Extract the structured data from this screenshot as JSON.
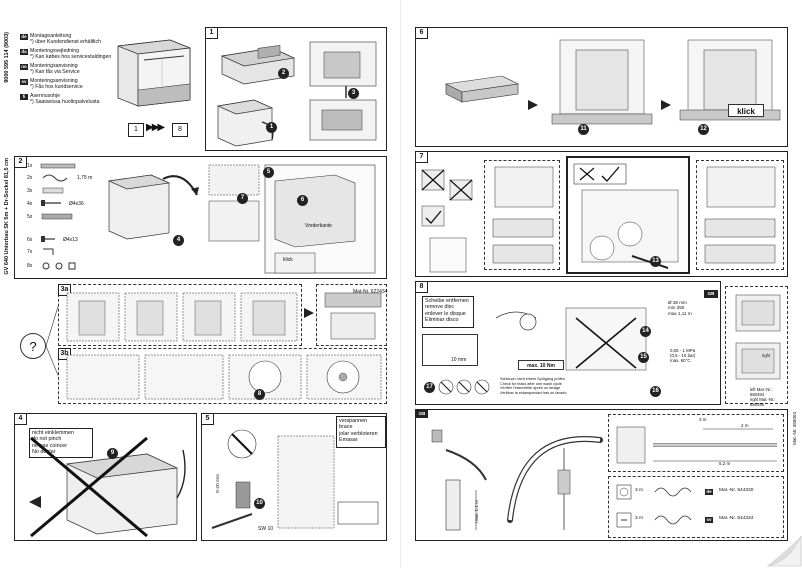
{
  "left_page": {
    "doc_code_rotated": "9000 595 114 (9003)",
    "languages": [
      {
        "code": "de",
        "lines": [
          "Montageanleitung",
          "*) über Kundendienst erhältlich"
        ]
      },
      {
        "code": "da",
        "lines": [
          "Monteringsvejledning",
          "*) Kan købes hos servicestaldingen"
        ]
      },
      {
        "code": "no",
        "lines": [
          "Monteringsanvisning",
          "*) Kan fås via Service"
        ]
      },
      {
        "code": "sv",
        "lines": [
          "Monteringsanvisning",
          "*) Fås hos kundservice"
        ]
      },
      {
        "code": "fi",
        "lines": [
          "Asennusohje",
          "*) Saatavissa huoltopalvelusta"
        ]
      }
    ],
    "steps_range": {
      "from": "1",
      "arrows": "▶▶▶",
      "to": "8"
    },
    "side_label_panel2": "GV 640 Unterbau SK 5m + Dr-Sockel 81,5 cm",
    "panel1": {
      "num": "1",
      "badges": [
        "1",
        "2",
        "3"
      ]
    },
    "panel2": {
      "num": "2",
      "parts": [
        {
          "qty": "1x",
          "desc": ""
        },
        {
          "qty": "2x",
          "desc": "1,75 m"
        },
        {
          "qty": "3x",
          "desc": ""
        },
        {
          "qty": "4x",
          "desc": "Ø4x36"
        },
        {
          "qty": "5x",
          "desc": ""
        },
        {
          "qty": "6x",
          "desc": "Ø4x13"
        },
        {
          "qty": "7x",
          "desc": ""
        },
        {
          "qty": "8x",
          "desc": ""
        }
      ],
      "badges": [
        "4",
        "5",
        "6",
        "7"
      ],
      "note_klick": "klick",
      "note_tiny": "Vorderkante"
    },
    "panel3a": {
      "num": "3a",
      "mat_nr": "Mat-Nr. 622434"
    },
    "panel3b": {
      "num": "3b",
      "badges": [
        "8"
      ]
    },
    "question_mark": "?",
    "panel4": {
      "num": "4",
      "warning_lines": [
        "nicht einklemmen",
        "do not pinch",
        "ne pas coincer",
        "No doblar"
      ],
      "badges": [
        "9"
      ]
    },
    "panel5": {
      "num": "5",
      "note_lines": [
        "verspannen",
        "brace",
        "jolar verbloteren",
        "Emasar"
      ],
      "badges": [
        "10"
      ],
      "tool_label": "SW 10",
      "dim_label": "0-20 mm"
    }
  },
  "right_page": {
    "panel6": {
      "num": "6",
      "badges": [
        "11",
        "12"
      ],
      "klick_label": "klick"
    },
    "panel7": {
      "num": "7",
      "badges": [
        "13"
      ]
    },
    "panel8": {
      "num": "8",
      "disc_lines": [
        "Scheibe entfernen",
        "remove disc",
        "enlever le disque",
        "Eliminar disco"
      ],
      "torque_label": "max. 10 Nm",
      "tool_10mm": "10 mm",
      "badges": [
        "14",
        "15",
        "16",
        "17"
      ],
      "gb_chip": "GB",
      "dims": [
        "Ø 38 mm",
        "min 350",
        "max 1,11 m",
        "0,05 - 1 MPa",
        "(0,5 - 10 bar)",
        "max. 60°C"
      ],
      "drain_note_lines": [
        "Schlauch nicht einem Spülgang prüfen",
        "Check for leaks after one wash cycle",
        "Vérifier l'étanchéité après un lavage",
        "Verificar la estanqueidad tras un lavado"
      ],
      "refs": [
        "left Mat.-Nr.: 680494",
        "right Mat.-Nr.: 680495"
      ],
      "right_label": "right",
      "vertical_mat": "Mat.-Nr. 355004"
    },
    "panel9": {
      "gb_chip": "GB",
      "max_height": "max. 1,1 m",
      "hose_lengths": [
        "3 m",
        "2 m",
        "3 m",
        "5,2 m"
      ],
      "mat_nrs": [
        "Mat.-Nr. 644330",
        "Mat.-Nr. 644334"
      ],
      "lang_chips": [
        "de",
        "sv"
      ]
    }
  }
}
